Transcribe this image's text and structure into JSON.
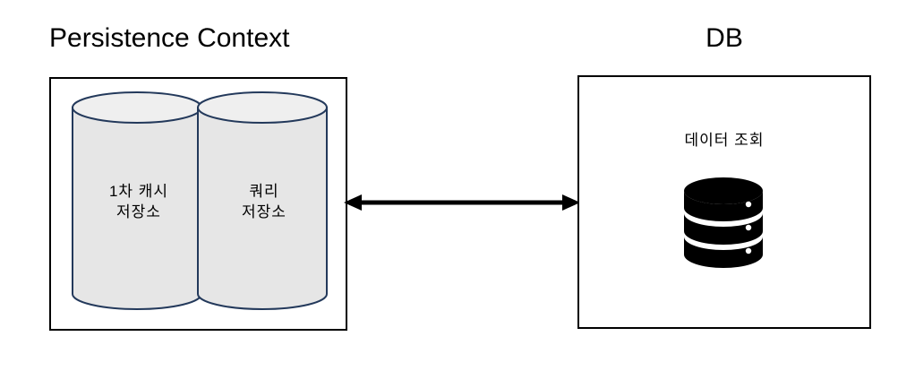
{
  "diagram": {
    "type": "jpa-persistence-context-diagram",
    "background_color": "#ffffff",
    "panels": [
      {
        "id": "persistence-context",
        "title": "Persistence Context",
        "border_color": "#000000",
        "stores": [
          {
            "id": "first-level-cache",
            "label": "1차 캐시\n저장소",
            "shape": "cylinder",
            "fill_color": "#E6E6E6",
            "stroke_color": "#23395B"
          },
          {
            "id": "query-store",
            "label": "쿼리\n저장소",
            "shape": "cylinder",
            "fill_color": "#E6E6E6",
            "stroke_color": "#23395B"
          }
        ]
      },
      {
        "id": "db",
        "title": "DB",
        "border_color": "#000000",
        "caption": "데이터 조회",
        "icon": {
          "name": "database-icon",
          "color": "#000000",
          "segments": 3,
          "dots": 3
        }
      }
    ],
    "connector": {
      "name": "bidirectional-arrow",
      "direction": "both",
      "color": "#000000",
      "from": "persistence-context",
      "to": "db"
    }
  }
}
